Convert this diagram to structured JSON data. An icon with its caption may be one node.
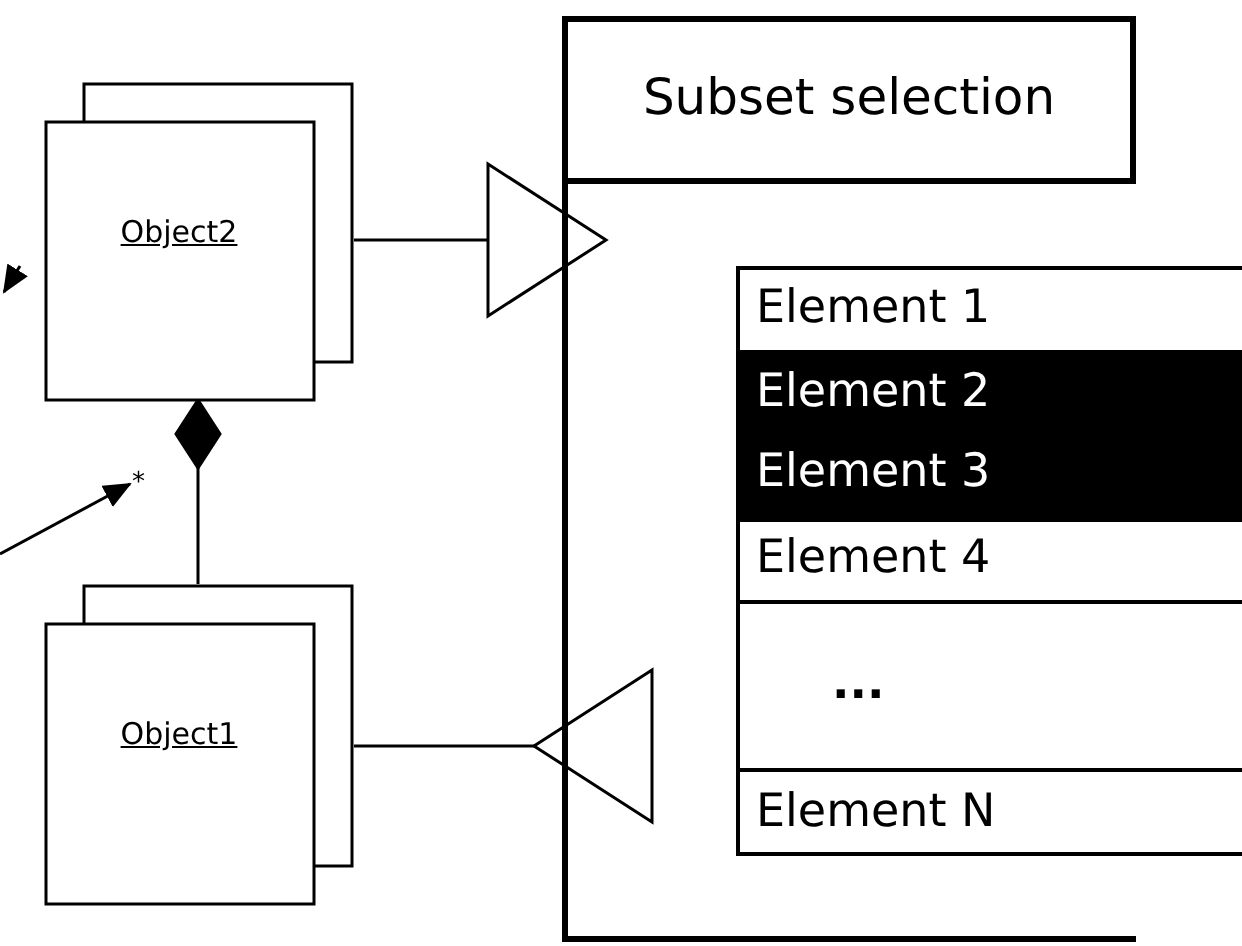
{
  "diagram": {
    "nodes": [
      {
        "text": [
          "Object2"
        ]
      },
      {
        "text": [
          "Object1"
        ]
      },
      {
        "text": [
          "Subset selection"
        ]
      },
      {
        "text": [
          "Element 1"
        ],
        "in": 2
      },
      {
        "text": [
          "Element 2"
        ],
        "in": 2
      },
      {
        "text": [
          "Element 3"
        ],
        "in": 2
      },
      {
        "text": [
          "Element 4"
        ],
        "in": 2
      },
      {
        "text": [
          "..."
        ],
        "in": 2
      },
      {
        "text": [
          "Element N"
        ],
        "in": 2
      }
    ],
    "edges": [
      {
        "from": 0,
        "to": 2,
        "arrow": "to"
      },
      {
        "from": 2,
        "to": 1,
        "arrow": "to"
      },
      {
        "from": 1,
        "to": 0,
        "arrow": "other"
      }
    ],
    "labels": [
      "*"
    ]
  }
}
